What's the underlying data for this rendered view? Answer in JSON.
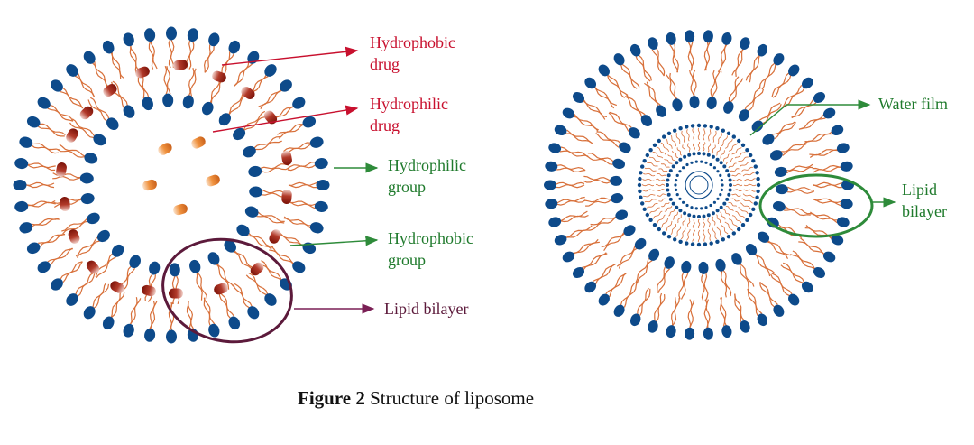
{
  "figure": {
    "caption_label": "Figure 2",
    "caption_text": " Structure of liposome"
  },
  "left_diagram": {
    "labels": {
      "hydrophobic_drug_1": "Hydrophobic",
      "hydrophobic_drug_2": "drug",
      "hydrophilic_drug_1": "Hydrophilic",
      "hydrophilic_drug_2": "drug",
      "hydrophilic_group_1": "Hydrophilic",
      "hydrophilic_group_2": "group",
      "hydrophobic_group_1": "Hydrophobic",
      "hydrophobic_group_2": "group",
      "lipid_bilayer": "Lipid bilayer"
    }
  },
  "right_diagram": {
    "labels": {
      "water_film": "Water film",
      "lipid_bilayer_1": "Lipid",
      "lipid_bilayer_2": "bilayer"
    }
  },
  "colors": {
    "head": "#0d4a8a",
    "tail": "#d8703a",
    "hydrophobic_drug": "#8e1a12",
    "hydrophilic_drug": "#e07a2a",
    "label_red": "#c8102e",
    "label_green": "#1f7a2c",
    "label_purple": "#5c1a3b",
    "arrow_red": "#c8102e",
    "arrow_green": "#2e8b3a",
    "arrow_purple": "#7a1f55",
    "ellipse_purple": "#5c1a3b",
    "ellipse_green": "#2e8b3a"
  }
}
